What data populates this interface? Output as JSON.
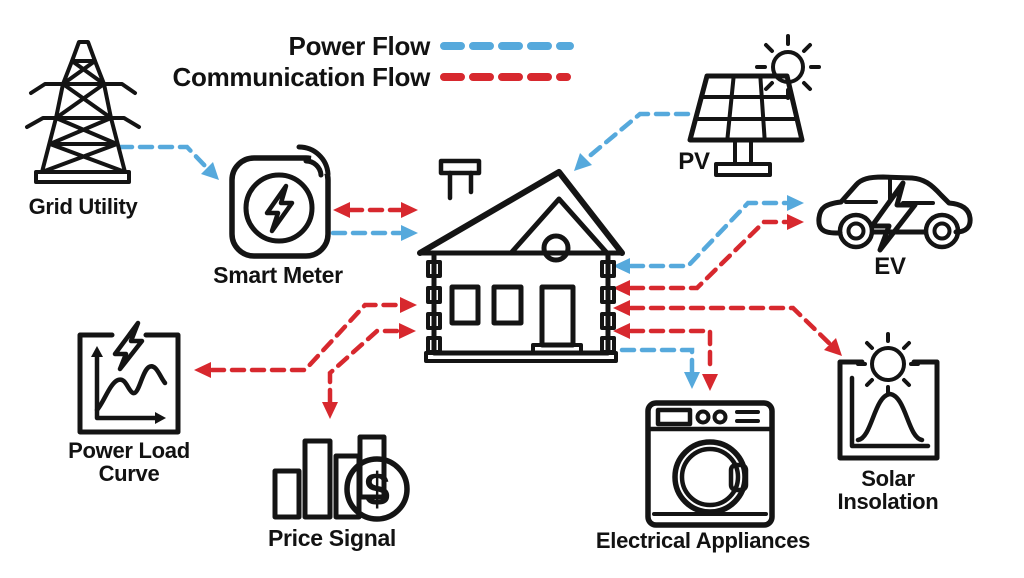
{
  "legend": {
    "power_flow_label": "Power Flow",
    "communication_flow_label": "Communication Flow",
    "power_flow_color": "#56A9DC",
    "communication_flow_color": "#D7282E"
  },
  "labels": {
    "grid_utility": "Grid Utility",
    "smart_meter": "Smart Meter",
    "pv": "PV",
    "ev": "EV",
    "power_load_curve_line1": "Power Load",
    "power_load_curve_line2": "Curve",
    "price_signal": "Price Signal",
    "electrical_appliances": "Electrical Appliances",
    "solar_insolation_line1": "Solar",
    "solar_insolation_line2": "Insolation"
  },
  "icons": {
    "dollar_symbol": "$",
    "grid_utility": "transmission-tower-icon",
    "smart_meter": "smart-meter-icon",
    "pv": "solar-panel-sun-icon",
    "house": "house-icon",
    "ev": "electric-car-icon",
    "power_load_curve": "load-curve-chart-icon",
    "price_signal": "bar-chart-dollar-icon",
    "electrical_appliances": "washing-machine-icon",
    "solar_insolation": "sun-bell-curve-chart-icon"
  },
  "connections": [
    {
      "from": "grid-utility",
      "to": "smart-meter",
      "type": "power",
      "bidirectional": false
    },
    {
      "from": "smart-meter",
      "to": "house",
      "type": "power",
      "bidirectional": false
    },
    {
      "from": "smart-meter",
      "to": "house",
      "type": "communication",
      "bidirectional": true
    },
    {
      "from": "pv",
      "to": "house",
      "type": "power",
      "bidirectional": false
    },
    {
      "from": "house",
      "to": "ev",
      "type": "power",
      "bidirectional": true
    },
    {
      "from": "house",
      "to": "ev",
      "type": "communication",
      "bidirectional": true
    },
    {
      "from": "house",
      "to": "power-load-curve",
      "type": "communication",
      "bidirectional": true
    },
    {
      "from": "house",
      "to": "price-signal",
      "type": "communication",
      "bidirectional": true
    },
    {
      "from": "house",
      "to": "solar-insolation",
      "type": "communication",
      "bidirectional": true
    },
    {
      "from": "house",
      "to": "electrical-appliances",
      "type": "power",
      "bidirectional": false
    },
    {
      "from": "house",
      "to": "electrical-appliances",
      "type": "communication",
      "bidirectional": true
    }
  ]
}
